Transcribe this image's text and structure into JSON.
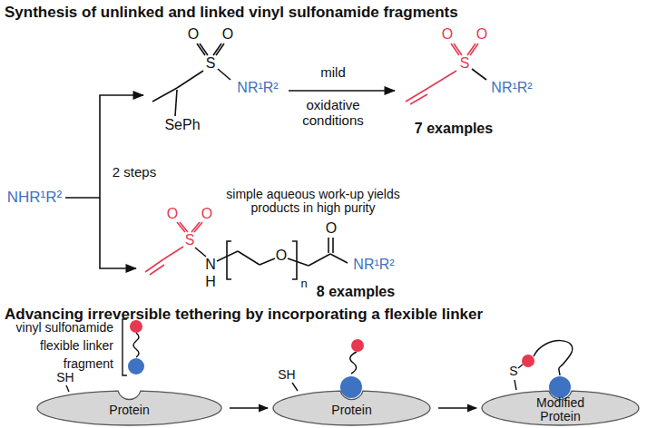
{
  "diagram": {
    "title": "Synthesis of unlinked and linked vinyl sulfonamide fragments",
    "nodes": [
      {
        "text": [
          "Protein"
        ]
      },
      {
        "text": [
          "Protein"
        ]
      },
      {
        "text": [
          "Modified Protein"
        ]
      }
    ],
    "edges": [
      {
        "from": 0,
        "to": 1,
        "arrow": "to"
      },
      {
        "from": 1,
        "to": 2,
        "arrow": "to"
      }
    ],
    "labels": [
      "NHR¹R²",
      "O",
      "O",
      "S",
      "NR¹R²",
      "SePh",
      "mild",
      "oxidative conditions",
      "O",
      "O",
      "S",
      "NR¹R²",
      "7 examples",
      "2 steps",
      "simple aqueous work-up yields products in high purity",
      "O",
      "O",
      "S",
      "N",
      "H",
      "O",
      "n",
      "O",
      "NR¹R²",
      "8 examples",
      "Advancing irreversible tethering by incorporating a flexible linker",
      "vinyl sulfonamide",
      "flexible linker",
      "fragment",
      "SH",
      "SH",
      "S"
    ]
  }
}
